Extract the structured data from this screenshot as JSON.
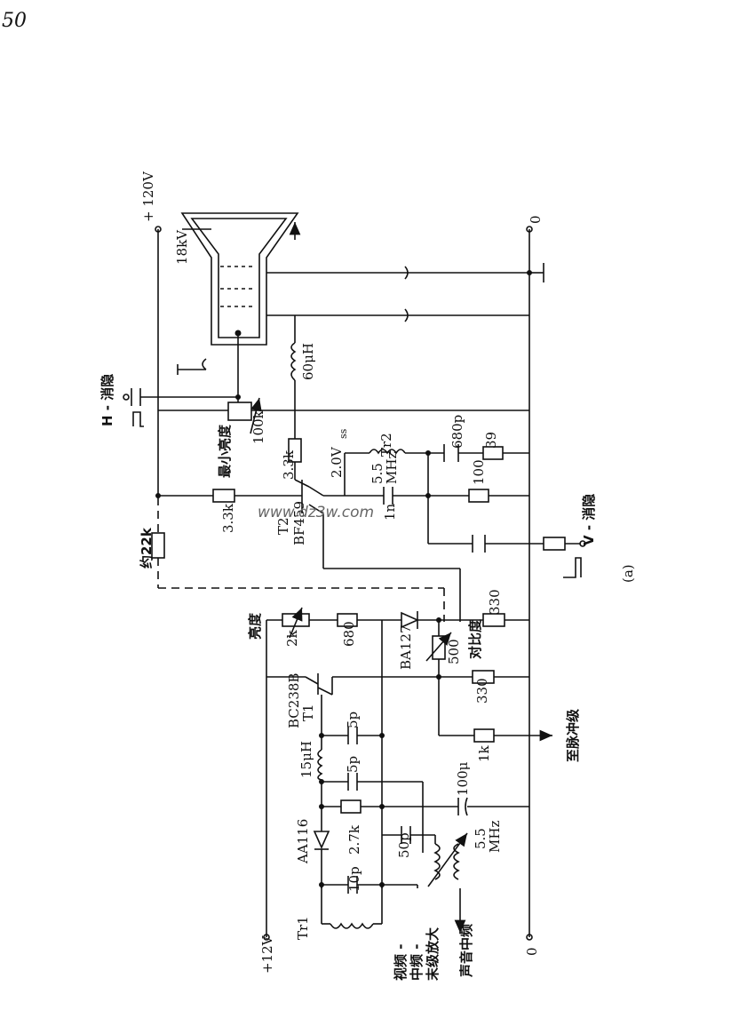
{
  "page_number": "50",
  "watermark": "www.dz3w.com",
  "figure_label": "(a)",
  "rails": {
    "plus_120v": "+ 120V",
    "plus_12v": "+12V",
    "zero_top": "0",
    "zero_bottom": "0"
  },
  "tube": {
    "anode_voltage": "18kV"
  },
  "components": {
    "l_60uh": "60μH",
    "r_100k": "100k",
    "min_brightness": "最小亮度",
    "r_3k3_a": "3.3k",
    "r_3k3_b": "3.3k",
    "v_2v": "2.0V",
    "v_ss": "ss",
    "tr2": "Tr2",
    "tr2_freq": "5.5\nMHz",
    "c_680p": "680p",
    "r_39": "39",
    "r_100": "100",
    "c_1n": "1n",
    "t2": "T2",
    "t2_type": "BF459",
    "r_22k": "约22k",
    "brightness": "亮度",
    "r_2k": "2k",
    "r_680": "680",
    "d_ba127": "BA127",
    "r_500": "500",
    "contrast": "对比度",
    "r_330_a": "330",
    "r_330_b": "330",
    "t1_type": "BC238B",
    "t1": "T1",
    "c_5p_a": "5p",
    "c_5p_b": "5p",
    "l_15uh": "15μH",
    "r_1k": "1k",
    "c_100u": "100μ",
    "d_aa116": "AA116",
    "r_2k7": "2.7k",
    "c_10p": "10p",
    "c_50p": "50p",
    "sound_coil": "5.5\nMHz",
    "tr1": "Tr1"
  },
  "signals": {
    "h_blank": "H - 消隐",
    "v_blank": "V - 消隐",
    "to_sync": "至脉冲级",
    "video_if": "视频 -\n中频 -\n末级放大",
    "sound_if": "声音中频"
  }
}
